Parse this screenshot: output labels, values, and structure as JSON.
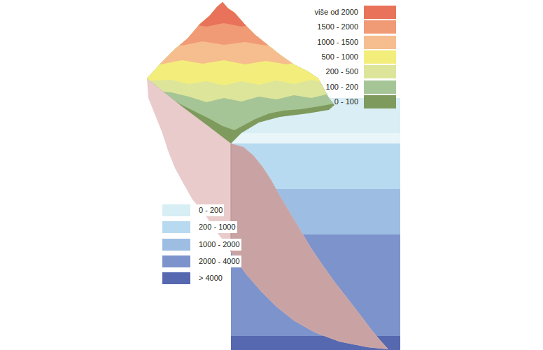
{
  "diagram": {
    "legend": [
      {
        "text": "više od 2000",
        "color": "#e8735a"
      },
      {
        "text": "1500 - 2000",
        "color": "#f19a76"
      },
      {
        "text": "1000 - 1500",
        "color": "#f6bd8e"
      },
      {
        "text": "500 - 1000",
        "color": "#f3ee7c"
      },
      {
        "text": "200 - 500",
        "color": "#dde59a"
      },
      {
        "text": "100 - 200",
        "color": "#a6c596"
      },
      {
        "text": "0 - 100",
        "color": "#7e9a5c"
      },
      {
        "text": "0 - 200",
        "color": "#d6eef4"
      },
      {
        "text": "200 - 1000",
        "color": "#b8daf0"
      },
      {
        "text": "1000 - 2000",
        "color": "#9dbde3"
      },
      {
        "text": "2000 - 4000",
        "color": "#7c93cc"
      },
      {
        "text": "> 4000",
        "color": "#5568b0"
      }
    ]
  }
}
